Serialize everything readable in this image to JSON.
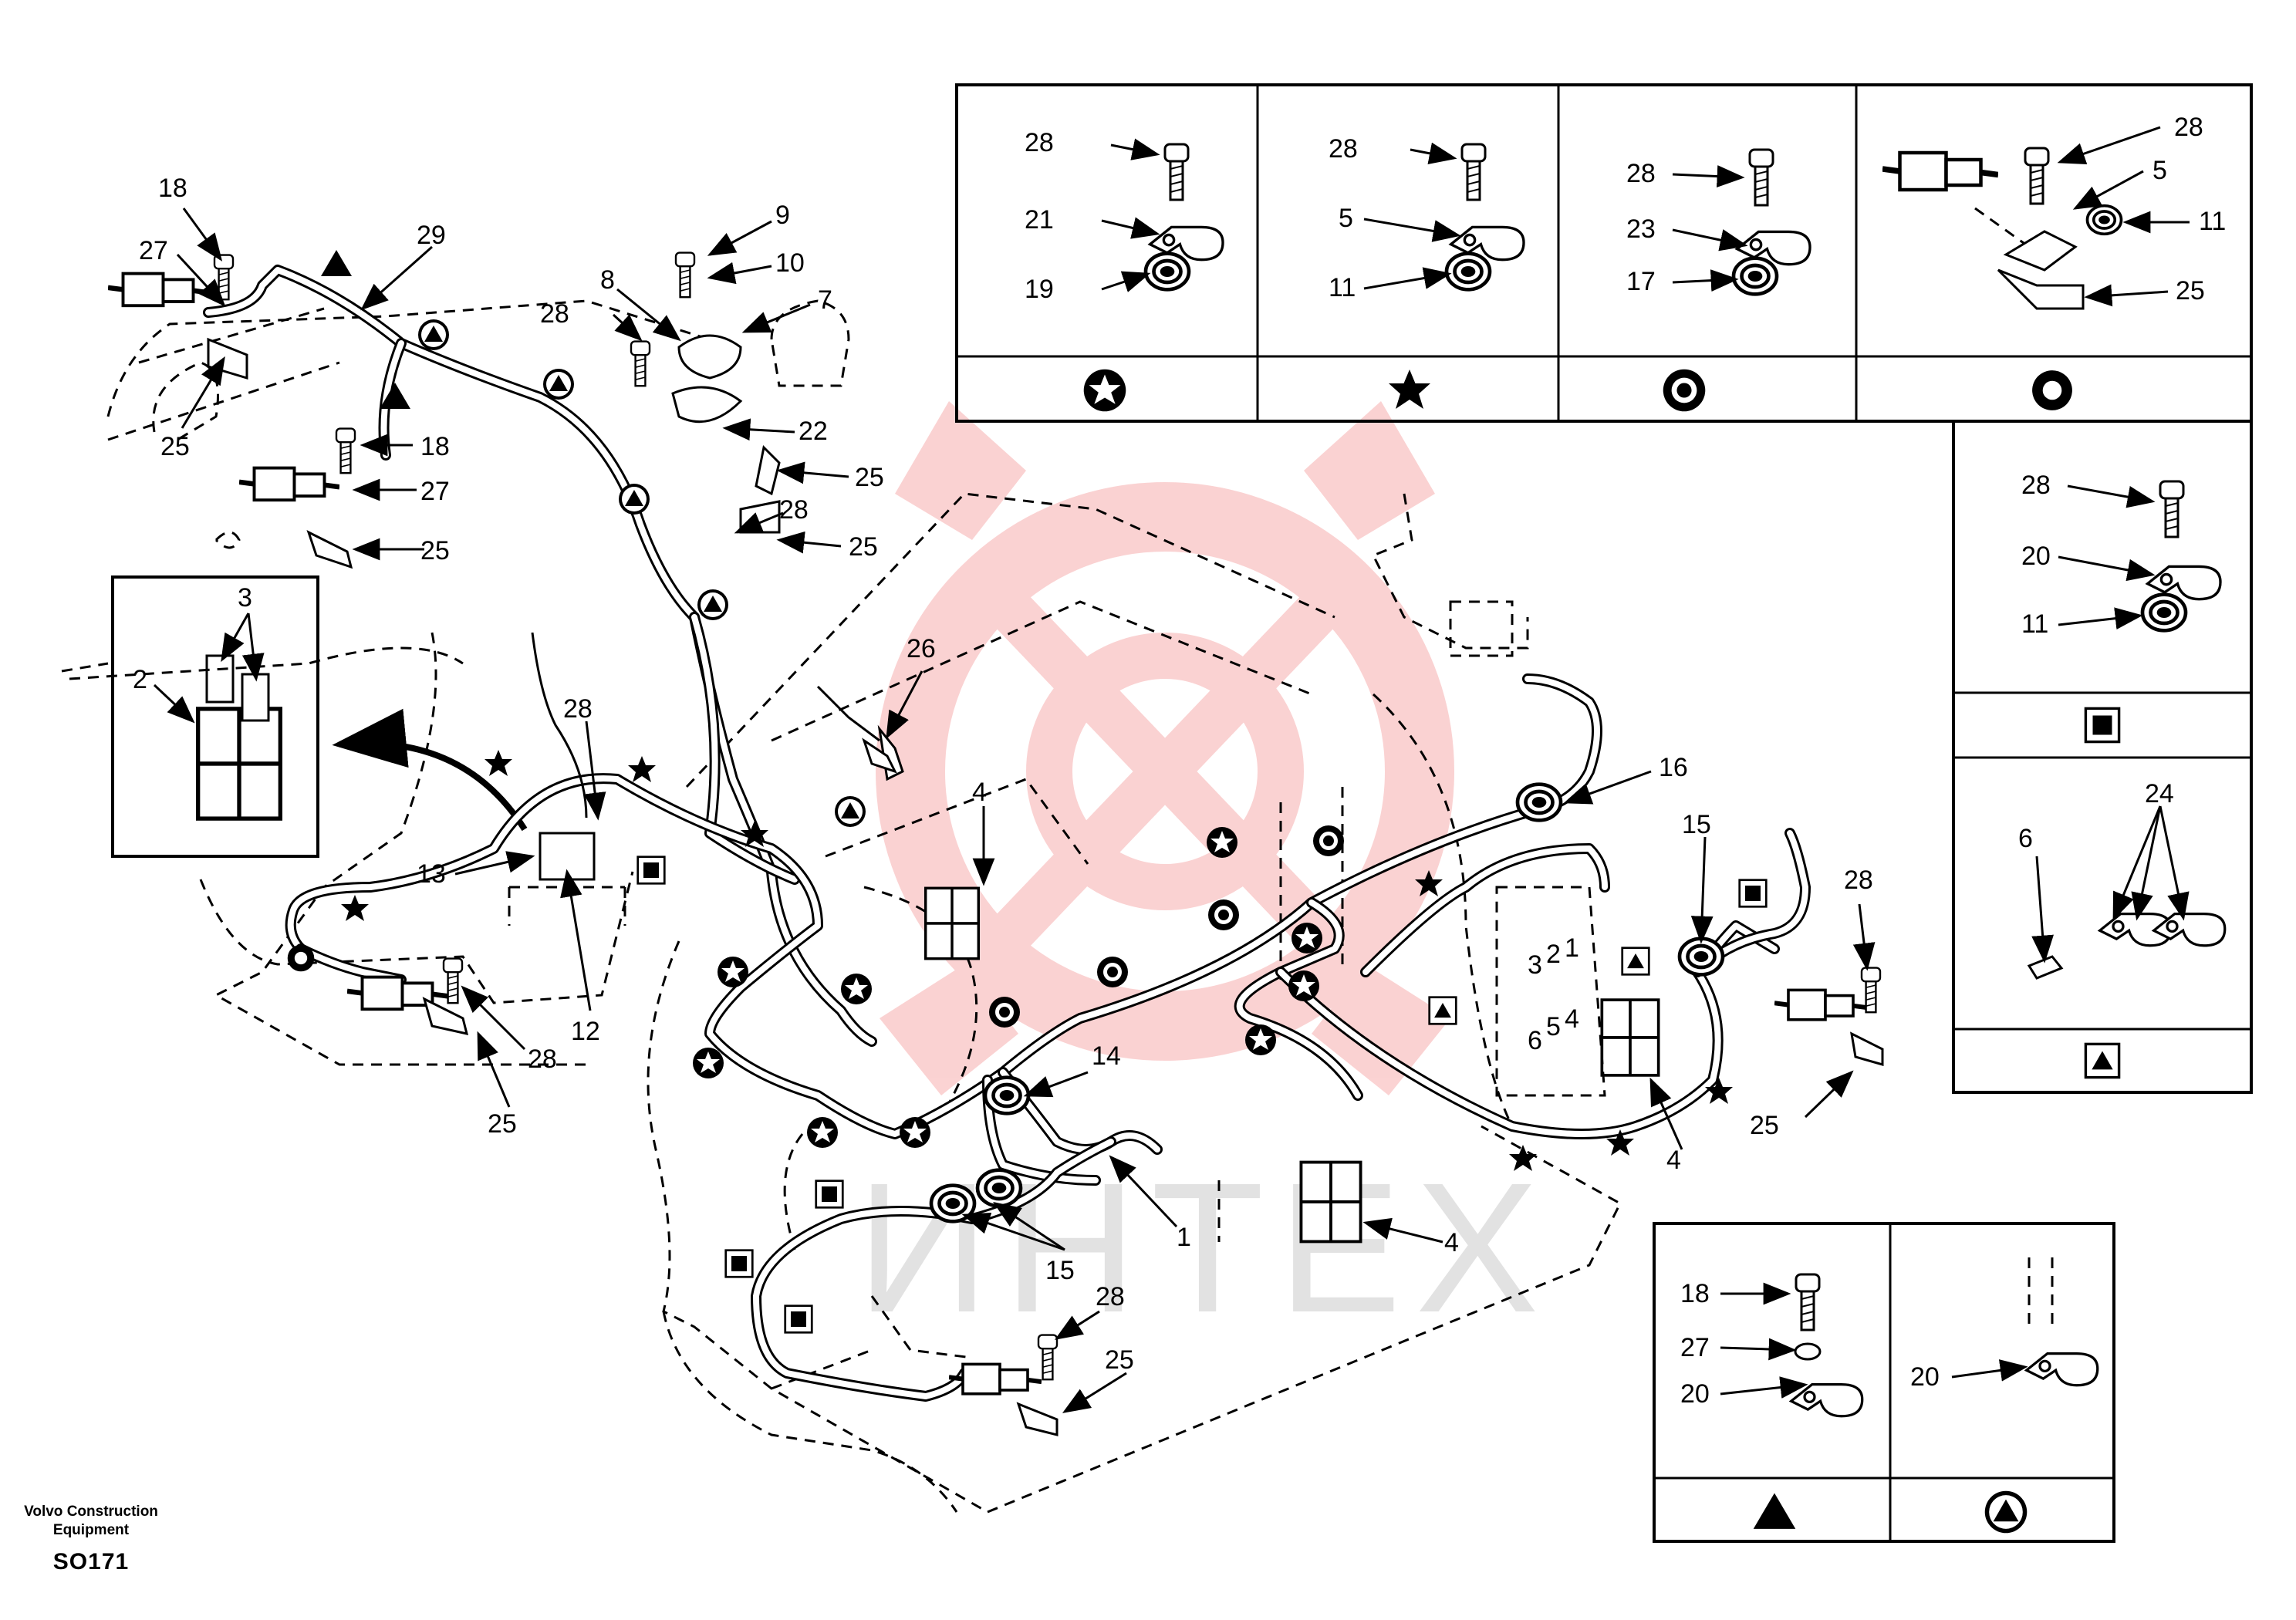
{
  "footer": {
    "brand_line1": "Volvo Construction",
    "brand_line2": "Equipment",
    "drawing_code": "SO171"
  },
  "watermark_text": "ИНТЕХ",
  "legend_symbols": {
    "circled_star": "circled-star-icon",
    "star": "star-icon",
    "bullseye": "bullseye-icon",
    "ring": "ring-icon",
    "boxed_square": "boxed-square-icon",
    "boxed_triangle": "boxed-triangle-icon",
    "triangle": "triangle-icon",
    "circled_triangle": "circled-triangle-icon"
  },
  "colors": {
    "line": "#000000",
    "watermark": "#f08080"
  },
  "callouts": {
    "c1": "1",
    "c2": "2",
    "c3": "3",
    "c4a": "4",
    "c4b": "4",
    "c4c": "4",
    "c5": "5",
    "c7": "7",
    "c8": "8",
    "c9": "9",
    "c10": "10",
    "c12": "12",
    "c13": "13",
    "c14": "14",
    "c15a": "15",
    "c15b": "15",
    "c16": "16",
    "c18": "18",
    "c18b": "18",
    "c22": "22",
    "c25a": "25",
    "c25b": "25",
    "c25c": "25",
    "c25d": "25",
    "c25e": "25",
    "c25f": "25",
    "c25g": "25",
    "c26": "26",
    "c27": "27",
    "c27b": "27",
    "c28a": "28",
    "c28b": "28",
    "c28c": "28",
    "c28d": "28",
    "c28e": "28",
    "c28f": "28",
    "c29": "29"
  },
  "panels": {
    "p1": {
      "l28": "28",
      "l21": "21",
      "l19": "19"
    },
    "p2": {
      "l28": "28",
      "l5": "5",
      "l11": "11"
    },
    "p3": {
      "l28": "28",
      "l23": "23",
      "l17": "17"
    },
    "p4": {
      "l28": "28",
      "l5": "5",
      "l11": "11",
      "l25": "25"
    },
    "p5": {
      "l28": "28",
      "l20": "20",
      "l11": "11"
    },
    "p6": {
      "l6": "6",
      "l24": "24"
    },
    "p7": {
      "l18": "18",
      "l27": "27",
      "l20": "20"
    },
    "p8": {
      "l20": "20"
    }
  },
  "connector_numbers": [
    "3",
    "2",
    "1",
    "6",
    "5",
    "4"
  ]
}
